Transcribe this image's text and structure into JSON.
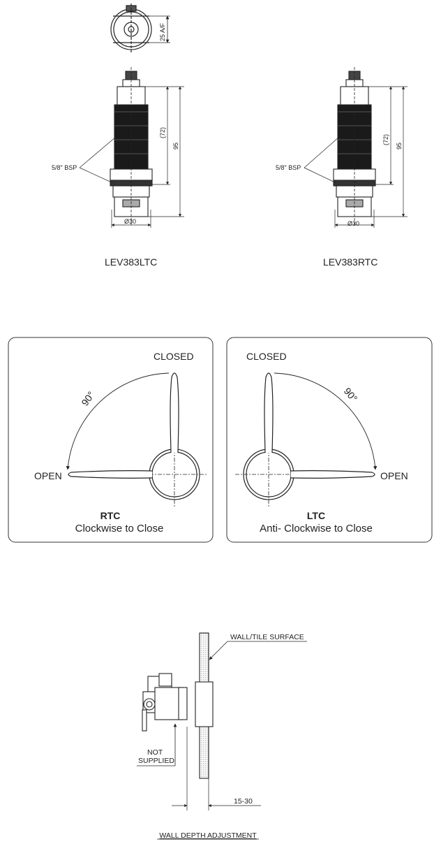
{
  "top": {
    "af_label": "25 A/F",
    "left_model": "LEV383LTC",
    "right_model": "LEV383RTC",
    "bsp_label": "5/8\" BSP",
    "dim_72": "(72)",
    "dim_95": "95",
    "dim_dia": "Ø30"
  },
  "rtc_panel": {
    "closed": "CLOSED",
    "open": "OPEN",
    "angle": "90°",
    "title": "RTC",
    "caption": "Clockwise to Close"
  },
  "ltc_panel": {
    "closed": "CLOSED",
    "open": "OPEN",
    "angle": "90°",
    "title": "LTC",
    "caption": "Anti- Clockwise to Close"
  },
  "bottom": {
    "wall_label": "WALL/TILE SURFACE",
    "not_supplied_1": "NOT",
    "not_supplied_2": "SUPPLIED",
    "range": "15-30",
    "title": "WALL DEPTH ADJUSTMENT"
  }
}
